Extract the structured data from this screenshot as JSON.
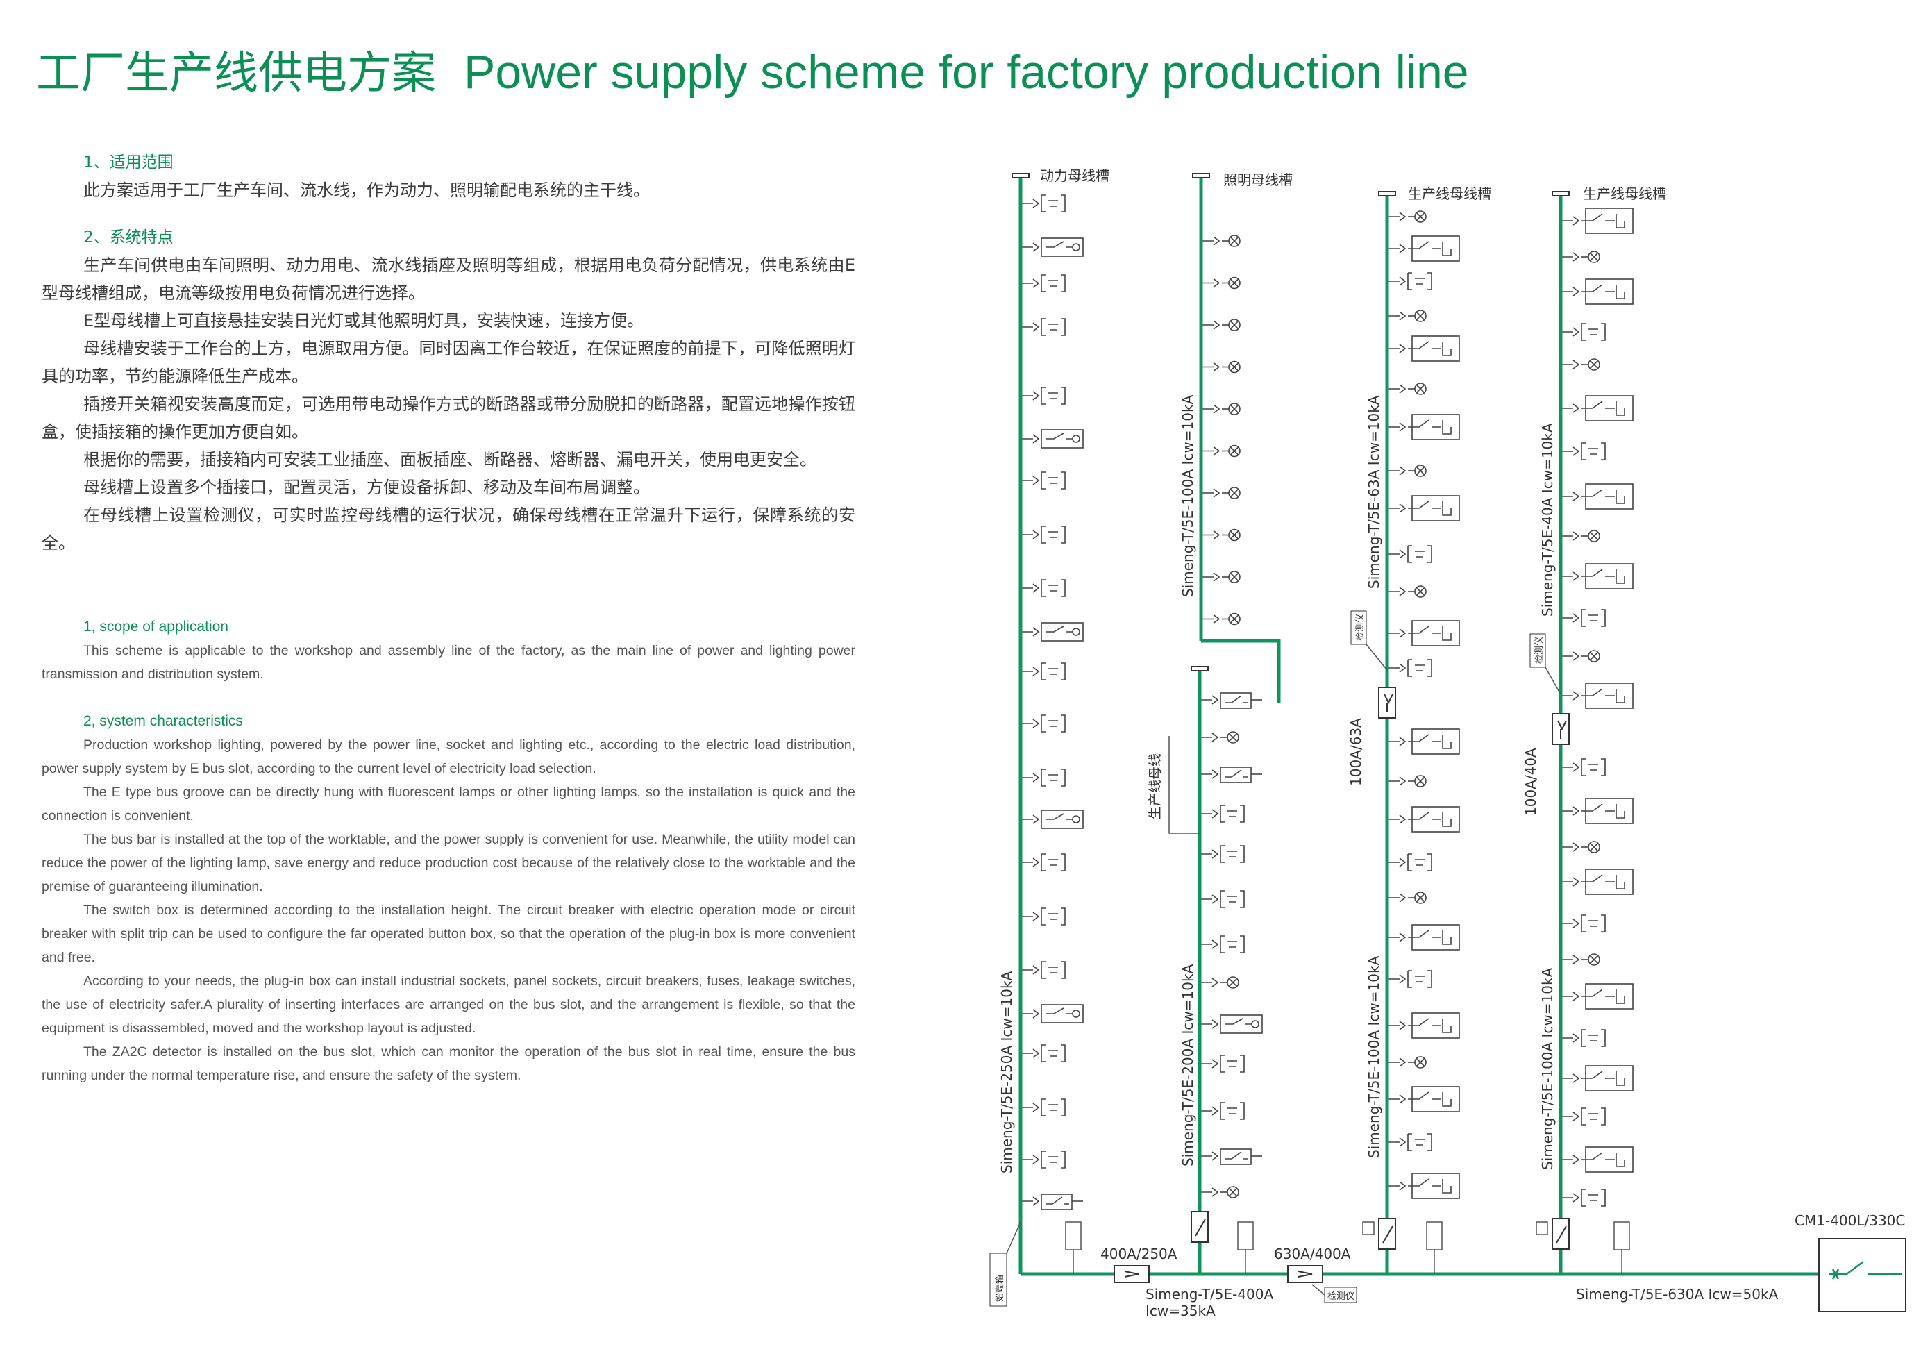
{
  "title": {
    "zh": "工厂生产线供电方案",
    "en": "Power supply scheme for factory production line"
  },
  "cn": {
    "section1_heading": "1、适用范围",
    "section1_text": "此方案适用于工厂生产车间、流水线，作为动力、照明输配电系统的主干线。",
    "section2_heading": "2、系统特点",
    "paragraphs": [
      "生产车间供电由车间照明、动力用电、流水线插座及照明等组成，根据用电负荷分配情况，供电系统由E型母线槽组成，电流等级按用电负荷情况进行选择。",
      "E型母线槽上可直接悬挂安装日光灯或其他照明灯具，安装快速，连接方便。",
      "母线槽安装于工作台的上方，电源取用方便。同时因离工作台较近，在保证照度的前提下，可降低照明灯具的功率，节约能源降低生产成本。",
      "插接开关箱视安装高度而定，可选用带电动操作方式的断路器或带分励脱扣的断路器，配置远地操作按钮盒，使插接箱的操作更加方便自如。",
      "根据你的需要，插接箱内可安装工业插座、面板插座、断路器、熔断器、漏电开关，使用电更安全。",
      "母线槽上设置多个插接口，配置灵活，方便设备拆卸、移动及车间布局调整。",
      "在母线槽上设置检测仪，可实时监控母线槽的运行状况，确保母线槽在正常温升下运行，保障系统的安全。"
    ]
  },
  "en": {
    "section1_heading": "1, scope of application",
    "section1_text": "This scheme is applicable to the workshop and assembly line of the factory, as the main line of power and lighting power transmission and distribution system.",
    "section2_heading": "2, system characteristics",
    "paragraphs": [
      "Production workshop lighting, powered by the power line, socket and lighting etc., according to the electric load distribution, power supply system by E bus slot, according to the current level of electricity load selection.",
      "The E type bus groove can be directly hung with fluorescent lamps or other lighting lamps, so the installation is quick and the connection is convenient.",
      "The bus bar is installed at the top of the worktable, and the power supply is convenient for use. Meanwhile, the utility model can reduce the power of the lighting lamp, save energy and reduce production cost because of the relatively close to the worktable and the premise of guaranteeing illumination.",
      "The switch box is determined according to the installation height. The circuit breaker with electric operation mode or circuit breaker with split trip can be used to configure the far operated button box, so that the operation of the plug-in box is more convenient and free.",
      "According to your needs, the plug-in box can install industrial sockets, panel sockets, circuit breakers, fuses, leakage switches, the use of electricity safer.A plurality of inserting interfaces are arranged on the bus slot, and the arrangement is flexible, so that the equipment is disassembled, moved and the workshop layout is adjusted.",
      "The ZA2C detector is installed on the bus slot, which can monitor the operation of the bus slot in real time, ensure the bus running under the normal temperature rise, and ensure the safety of the system."
    ]
  },
  "diagram": {
    "bus_power": "动力母线槽",
    "bus_lighting": "照明母线槽",
    "bus_production_1": "生产线母线槽",
    "bus_production_2": "生产线母线槽",
    "production_bus_line": "生产线母线",
    "label_power_main": "Simeng-T/5E-250A  Icw=10kA",
    "label_lighting_upper": "Simeng-T/5E-100A  Icw=10kA",
    "label_lighting_lower": "Simeng-T/5E-200A  Icw=10kA",
    "label_prod1_upper": "Simeng-T/5E-63A  Icw=10kA",
    "label_prod1_lower": "Simeng-T/5E-100A  Icw=10kA",
    "label_prod2_upper": "Simeng-T/5E-40A  Icw=10kA",
    "label_prod2_lower": "Simeng-T/5E-100A  Icw=10kA",
    "tap_prod1": "100A/63A",
    "tap_prod2": "100A/40A",
    "tap_mid_1": "400A/250A",
    "tap_mid_2": "630A/400A",
    "main_left_1": "Simeng-T/5E-400A",
    "main_left_2": "Icw=35kA",
    "main_right": "Simeng-T/5E-630A  Icw=50kA",
    "breaker": "CM1-400L/330C",
    "detector": "检测仪",
    "terminal_box": "始端箱",
    "color": "#12955c"
  }
}
